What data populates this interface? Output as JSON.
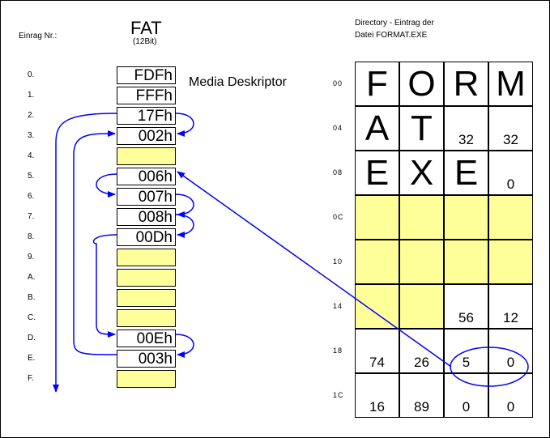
{
  "header": {
    "entry_label": "Einrag Nr.:",
    "fat_title": "FAT",
    "fat_subtitle": "(12Bit)",
    "directory_line1": "Directory - Eintrag der",
    "directory_line2": "Datei FORMAT.EXE"
  },
  "media_label": "Media Deskriptor",
  "fat_rows": [
    {
      "index": "0.",
      "value": "FDFh"
    },
    {
      "index": "1.",
      "value": "FFFh"
    },
    {
      "index": "2.",
      "value": "17Fh"
    },
    {
      "index": "3.",
      "value": "002h"
    },
    {
      "index": "4.",
      "value": ""
    },
    {
      "index": "5.",
      "value": "006h"
    },
    {
      "index": "6.",
      "value": "007h"
    },
    {
      "index": "7.",
      "value": "008h"
    },
    {
      "index": "8.",
      "value": "00Dh"
    },
    {
      "index": "9.",
      "value": ""
    },
    {
      "index": "A.",
      "value": ""
    },
    {
      "index": "B.",
      "value": ""
    },
    {
      "index": "C.",
      "value": ""
    },
    {
      "index": "D.",
      "value": "00Eh"
    },
    {
      "index": "E.",
      "value": "003h"
    },
    {
      "index": "F.",
      "value": ""
    }
  ],
  "directory_offsets": [
    "00",
    "04",
    "08",
    "0C",
    "10",
    "14",
    "18",
    "1C"
  ],
  "directory_rows": [
    [
      {
        "big": "F"
      },
      {
        "big": "O"
      },
      {
        "big": "R"
      },
      {
        "big": "M"
      }
    ],
    [
      {
        "big": "A"
      },
      {
        "big": "T"
      },
      {
        "num": "32"
      },
      {
        "num": "32"
      }
    ],
    [
      {
        "big": "E"
      },
      {
        "big": "X"
      },
      {
        "big": "E"
      },
      {
        "num": "0"
      }
    ],
    [
      {
        "yellow": true
      },
      {
        "yellow": true
      },
      {
        "yellow": true
      },
      {
        "yellow": true
      }
    ],
    [
      {
        "yellow": true
      },
      {
        "yellow": true
      },
      {
        "yellow": true
      },
      {
        "yellow": true
      }
    ],
    [
      {
        "yellow": true
      },
      {
        "yellow": true
      },
      {
        "num": "56"
      },
      {
        "num": "12"
      }
    ],
    [
      {
        "num": "74"
      },
      {
        "num": "26"
      },
      {
        "num": "5"
      },
      {
        "num": "0"
      }
    ],
    [
      {
        "num": "16"
      },
      {
        "num": "89"
      },
      {
        "num": "0"
      },
      {
        "num": "0"
      }
    ]
  ],
  "colors": {
    "arrow": "#0000ff",
    "empty_cell": "#ffff99",
    "border": "#000000"
  }
}
